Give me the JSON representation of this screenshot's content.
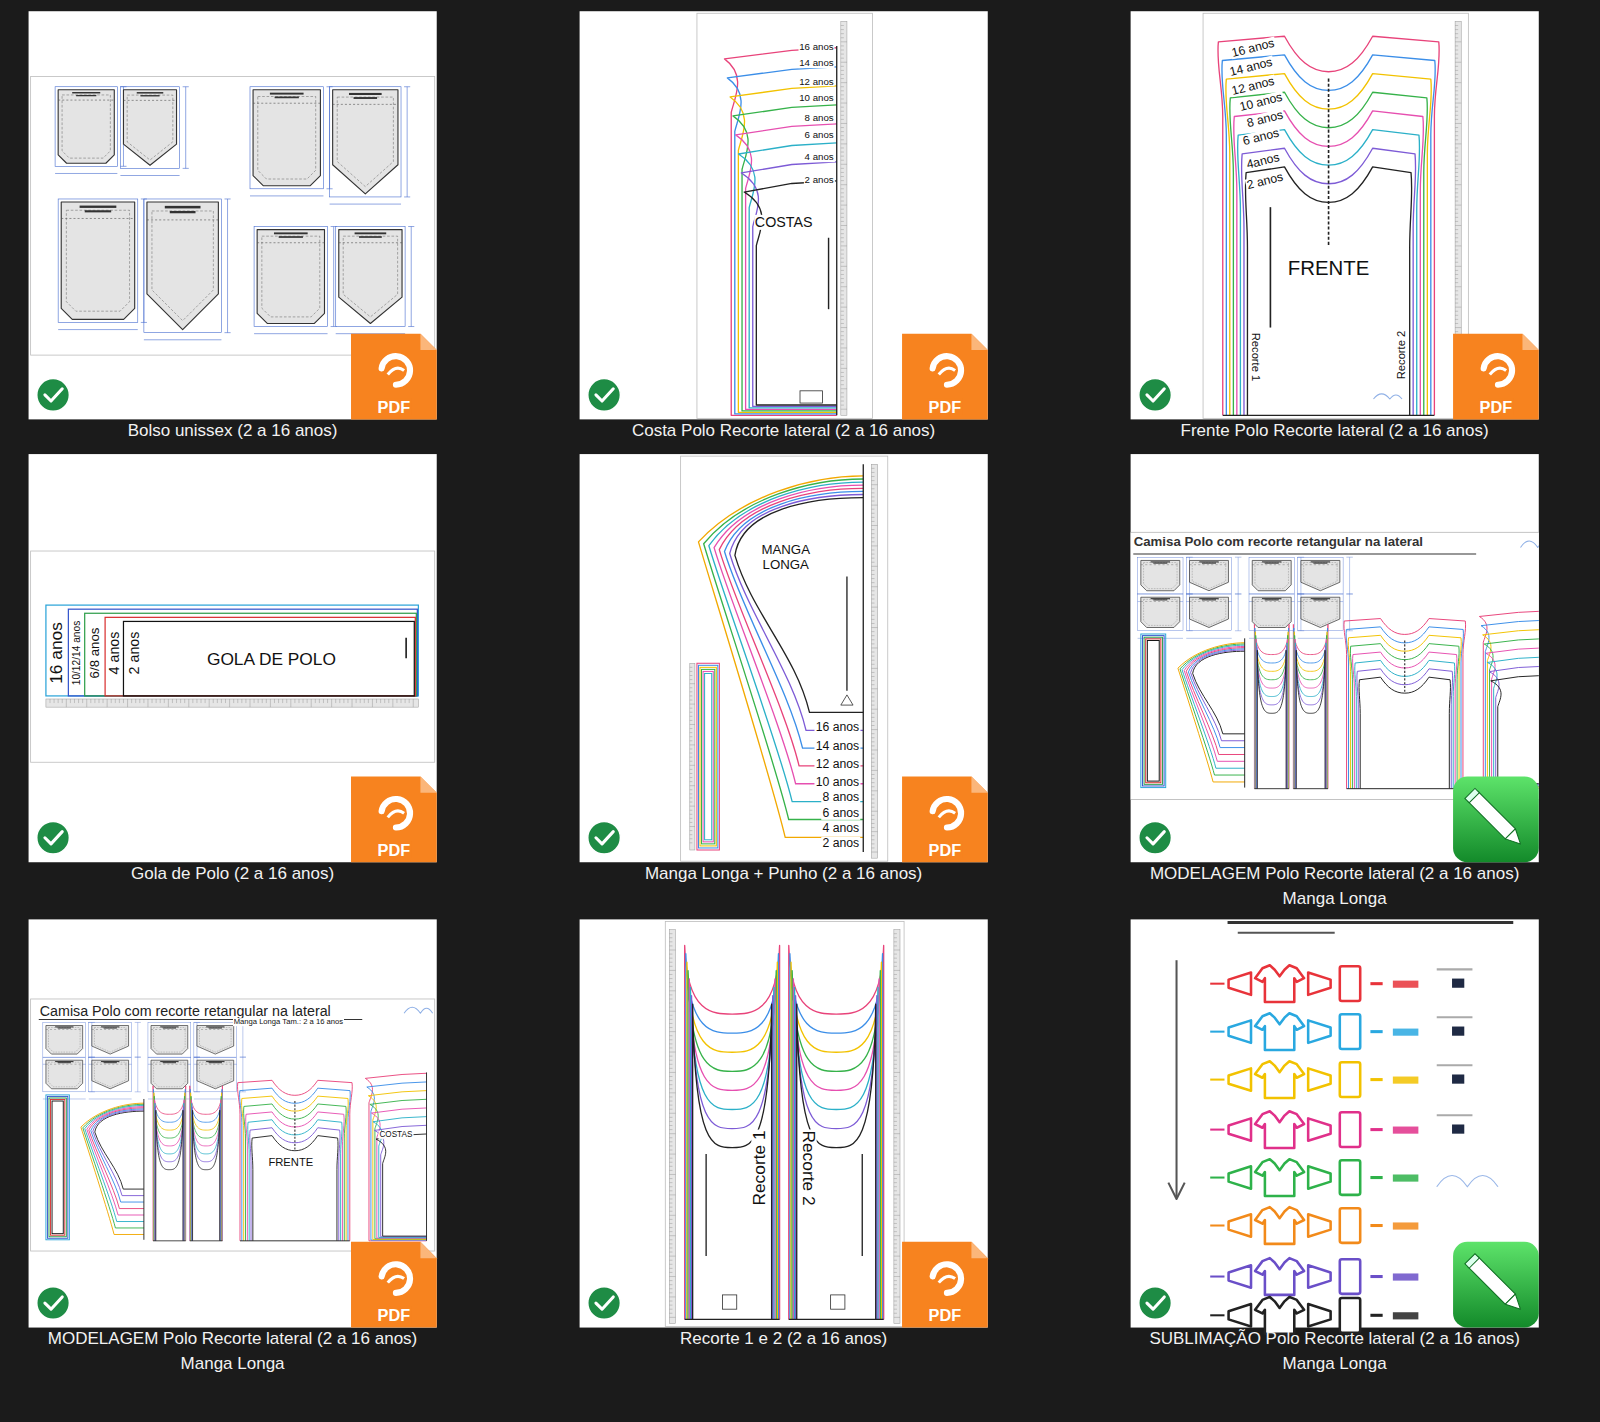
{
  "diagram": {
    "nodes": [
      {
        "text": [
          "Bolso unissex (2 a 16 anos)"
        ]
      },
      {
        "text": [
          "Costa Polo Recorte lateral (2 a 16 anos)"
        ]
      },
      {
        "text": [
          "Frente Polo Recorte lateral (2 a 16 anos)"
        ]
      },
      {
        "text": [
          "Gola de Polo (2 a 16 anos)"
        ]
      },
      {
        "text": [
          "Manga Longa + Punho (2 a 16 anos)"
        ]
      },
      {
        "text": [
          "MODELAGEM Polo Recorte lateral (2 a 16 anos) Manga Longa"
        ]
      },
      {
        "text": [
          "MODELAGEM Polo Recorte lateral (2 a 16 anos) Manga Longa"
        ]
      },
      {
        "text": [
          "Recorte 1 e 2 (2 a 16 anos)"
        ]
      },
      {
        "text": [
          "SUBLIMAÇÃO Polo Recorte lateral (2 a 16 anos) Manga Longa"
        ]
      }
    ],
    "labels": [
      "16 anos",
      "14 anos",
      "12 anos",
      "10 anos",
      "8 anos",
      "6 anos",
      "4 anos",
      "2 anos",
      "COSTAS",
      "16 anos",
      "14 anos",
      "12 anos",
      "10 anos",
      "8 anos",
      "6 anos",
      "4anos",
      "2 anos",
      "FRENTE",
      "Recorte 1",
      "Recorte 2",
      "16 anos",
      "10/12/14 anos",
      "6/8 anos",
      "4 anos",
      "2 anos",
      "GOLA DE POLO",
      "MANGA LONGA",
      "16 anos",
      "14 anos",
      "12 anos",
      "10 anos",
      "8 anos",
      "6 anos",
      "4 anos",
      "2 anos",
      "Camisa Polo com recorte retangular na lateral",
      "Camisa Polo com recorte retangular na lateral",
      "Manga Longa Tam.: 2 a 16 anos",
      "FRENTE",
      "COSTAS",
      "Recorte 1",
      "Recorte 2",
      "PDF",
      "PDF",
      "PDF",
      "PDF",
      "PDF",
      "PDF",
      "PDF"
    ]
  }
}
